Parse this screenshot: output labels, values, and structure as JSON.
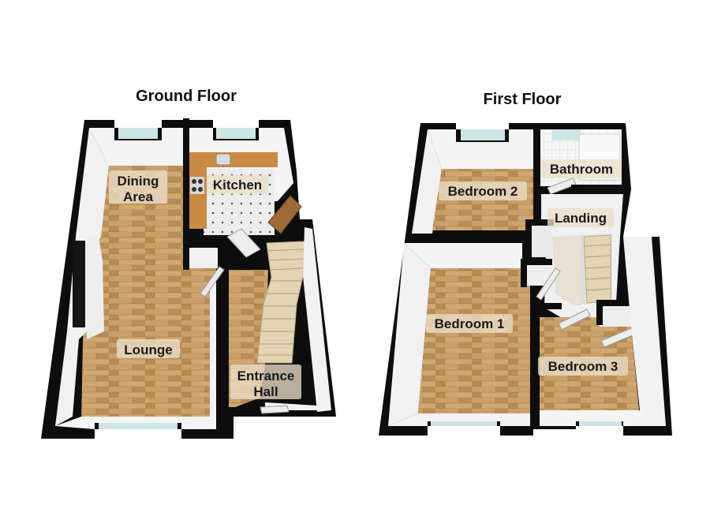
{
  "floors": {
    "ground": {
      "title": "Ground Floor",
      "rooms": {
        "dining": [
          "Dining",
          "Area"
        ],
        "kitchen": "Kitchen",
        "lounge": "Lounge",
        "hall": [
          "Entrance",
          "Hall"
        ]
      }
    },
    "first": {
      "title": "First Floor",
      "rooms": {
        "bathroom": "Bathroom",
        "bedroom2": "Bedroom 2",
        "landing": "Landing",
        "bedroom1": "Bedroom 1",
        "bedroom3": "Bedroom 3"
      }
    }
  },
  "colors": {
    "wall": "#0d0d0d",
    "wall_face": "#f2f2f2",
    "wood_floor": "#c59a63",
    "wood_floor_dark": "#b08650",
    "kitchen_tile": "#e9e9e9",
    "worktop": "#c98a43",
    "bath_tile": "#f4f4f4",
    "window_glass": "#cde5e5"
  }
}
